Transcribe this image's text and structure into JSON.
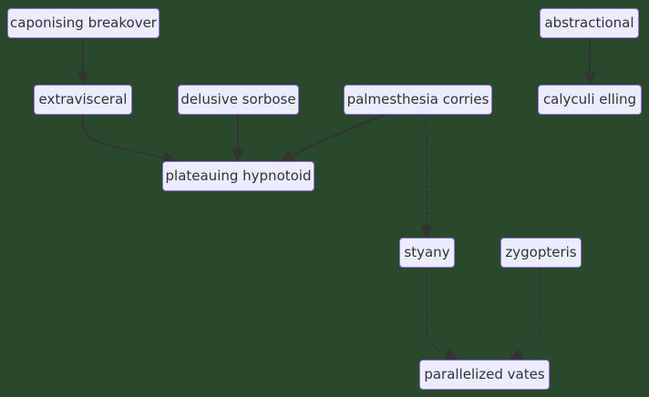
{
  "nodes": {
    "caponising_breakover": "caponising breakover",
    "abstractional": "abstractional",
    "extravisceral": "extravisceral",
    "delusive_sorbose": "delusive sorbose",
    "palmesthesia_corries": "palmesthesia corries",
    "calyculi_elling": "calyculi elling",
    "plateauing_hypnotoid": "plateauing hypnotoid",
    "styany": "styany",
    "zygopteris": "zygopteris",
    "parallelized_vates": "parallelized vates"
  },
  "edges": [
    {
      "from": "caponising_breakover",
      "to": "extravisceral",
      "style": "solid"
    },
    {
      "from": "abstractional",
      "to": "calyculi_elling",
      "style": "solid"
    },
    {
      "from": "extravisceral",
      "to": "plateauing_hypnotoid",
      "style": "solid"
    },
    {
      "from": "delusive_sorbose",
      "to": "plateauing_hypnotoid",
      "style": "solid"
    },
    {
      "from": "palmesthesia_corries",
      "to": "plateauing_hypnotoid",
      "style": "solid"
    },
    {
      "from": "palmesthesia_corries",
      "to": "styany",
      "style": "dotted"
    },
    {
      "from": "styany",
      "to": "parallelized_vates",
      "style": "dotted"
    },
    {
      "from": "zygopteris",
      "to": "parallelized_vates",
      "style": "dotted"
    }
  ],
  "colors": {
    "background": "#2a482c",
    "node_fill": "#ececff",
    "node_border": "#9370db",
    "text": "#333333",
    "edge": "#333333"
  }
}
